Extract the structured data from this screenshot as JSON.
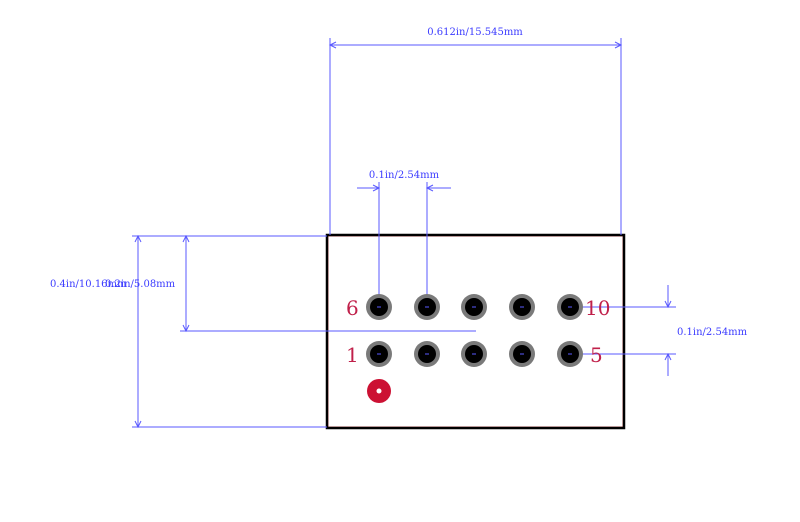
{
  "dimensions": {
    "width_total": "0.612in/15.545mm",
    "pitch_horizontal": "0.1in/2.54mm",
    "height_total": "0.4in/10.16mm",
    "row_offset": "0.2in/5.08mm",
    "pitch_vertical": "0.1in/2.54mm"
  },
  "pin_labels": {
    "top_left": "6",
    "top_right": "10",
    "bottom_left": "1",
    "bottom_right": "5"
  },
  "colors": {
    "dimension": "#5a5aff",
    "outline": "#000000",
    "outline_inner": "#e06060",
    "pad_ring": "#7a7a7a",
    "pad_hole": "#000000",
    "pin_label": "#c0204a",
    "pin1_marker": "#cc1133"
  }
}
